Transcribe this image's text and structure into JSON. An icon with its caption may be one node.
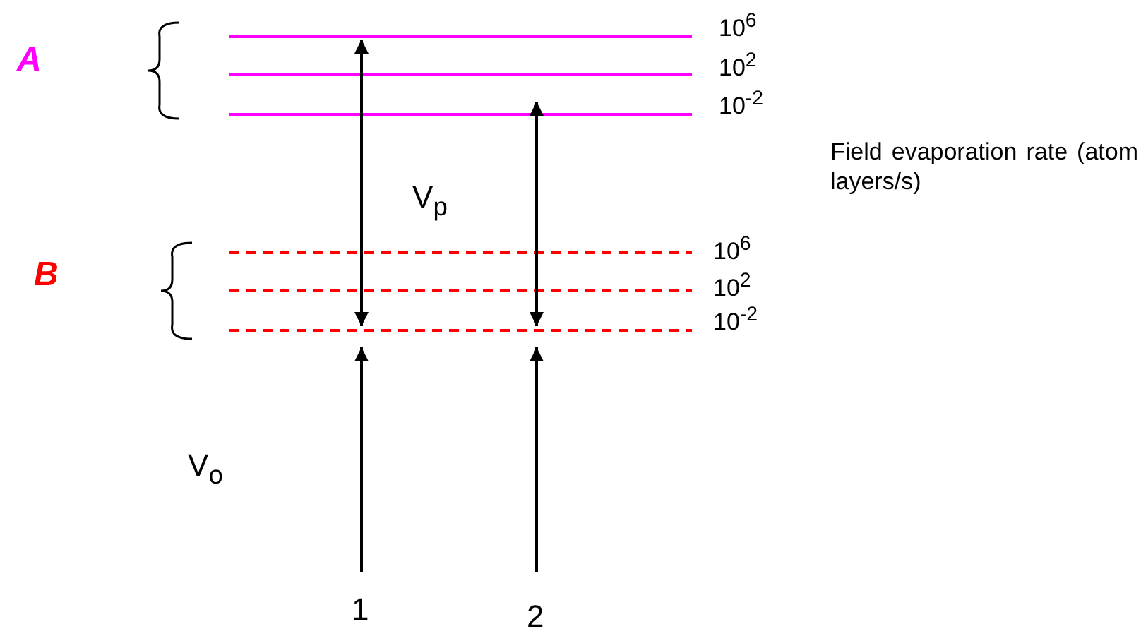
{
  "diagram": {
    "labels": [
      "A",
      "10$^{6}$",
      "10$^{2}$",
      "10$^{-2}$",
      "Field evaporation rate (atom layers/s)",
      "V$_{p}$",
      "B",
      "10$^{6}$",
      "10$^{2}$",
      "10$^{-2}$",
      "V$_{o}$",
      "1",
      "2"
    ]
  }
}
